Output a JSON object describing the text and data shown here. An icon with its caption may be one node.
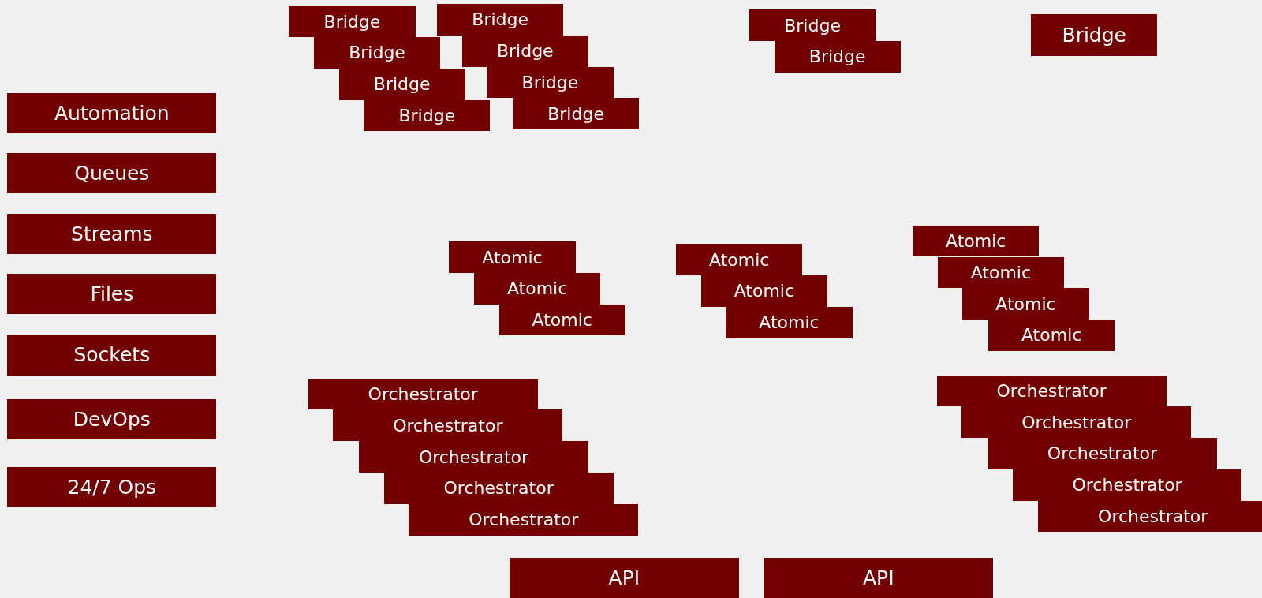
{
  "diagram": {
    "nodes": [
      {
        "text": [
          "Bridge"
        ]
      },
      {
        "text": [
          "Bridge"
        ]
      },
      {
        "text": [
          "Bridge"
        ]
      },
      {
        "text": [
          "Bridge"
        ]
      },
      {
        "text": [
          "Bridge"
        ]
      },
      {
        "text": [
          "Bridge"
        ]
      },
      {
        "text": [
          "Bridge"
        ]
      },
      {
        "text": [
          "Bridge"
        ]
      },
      {
        "text": [
          "Bridge"
        ]
      },
      {
        "text": [
          "Bridge"
        ]
      },
      {
        "text": [
          "Bridge"
        ]
      },
      {
        "text": [
          "Automation"
        ]
      },
      {
        "text": [
          "Queues"
        ]
      },
      {
        "text": [
          "Streams"
        ]
      },
      {
        "text": [
          "Files"
        ]
      },
      {
        "text": [
          "Sockets"
        ]
      },
      {
        "text": [
          "DevOps"
        ]
      },
      {
        "text": [
          "24/7 Ops"
        ]
      },
      {
        "text": [
          "Atomic"
        ]
      },
      {
        "text": [
          "Atomic"
        ]
      },
      {
        "text": [
          "Atomic"
        ]
      },
      {
        "text": [
          "Atomic"
        ]
      },
      {
        "text": [
          "Atomic"
        ]
      },
      {
        "text": [
          "Atomic"
        ]
      },
      {
        "text": [
          "Atomic"
        ]
      },
      {
        "text": [
          "Atomic"
        ]
      },
      {
        "text": [
          "Atomic"
        ]
      },
      {
        "text": [
          "Atomic"
        ]
      },
      {
        "text": [
          "Orchestrator"
        ]
      },
      {
        "text": [
          "Orchestrator"
        ]
      },
      {
        "text": [
          "Orchestrator"
        ]
      },
      {
        "text": [
          "Orchestrator"
        ]
      },
      {
        "text": [
          "Orchestrator"
        ]
      },
      {
        "text": [
          "Orchestrator"
        ]
      },
      {
        "text": [
          "Orchestrator"
        ]
      },
      {
        "text": [
          "Orchestrator"
        ]
      },
      {
        "text": [
          "Orchestrator"
        ]
      },
      {
        "text": [
          "Orchestrator"
        ]
      },
      {
        "text": [
          "API"
        ]
      },
      {
        "text": [
          "API"
        ]
      }
    ],
    "edges": []
  }
}
